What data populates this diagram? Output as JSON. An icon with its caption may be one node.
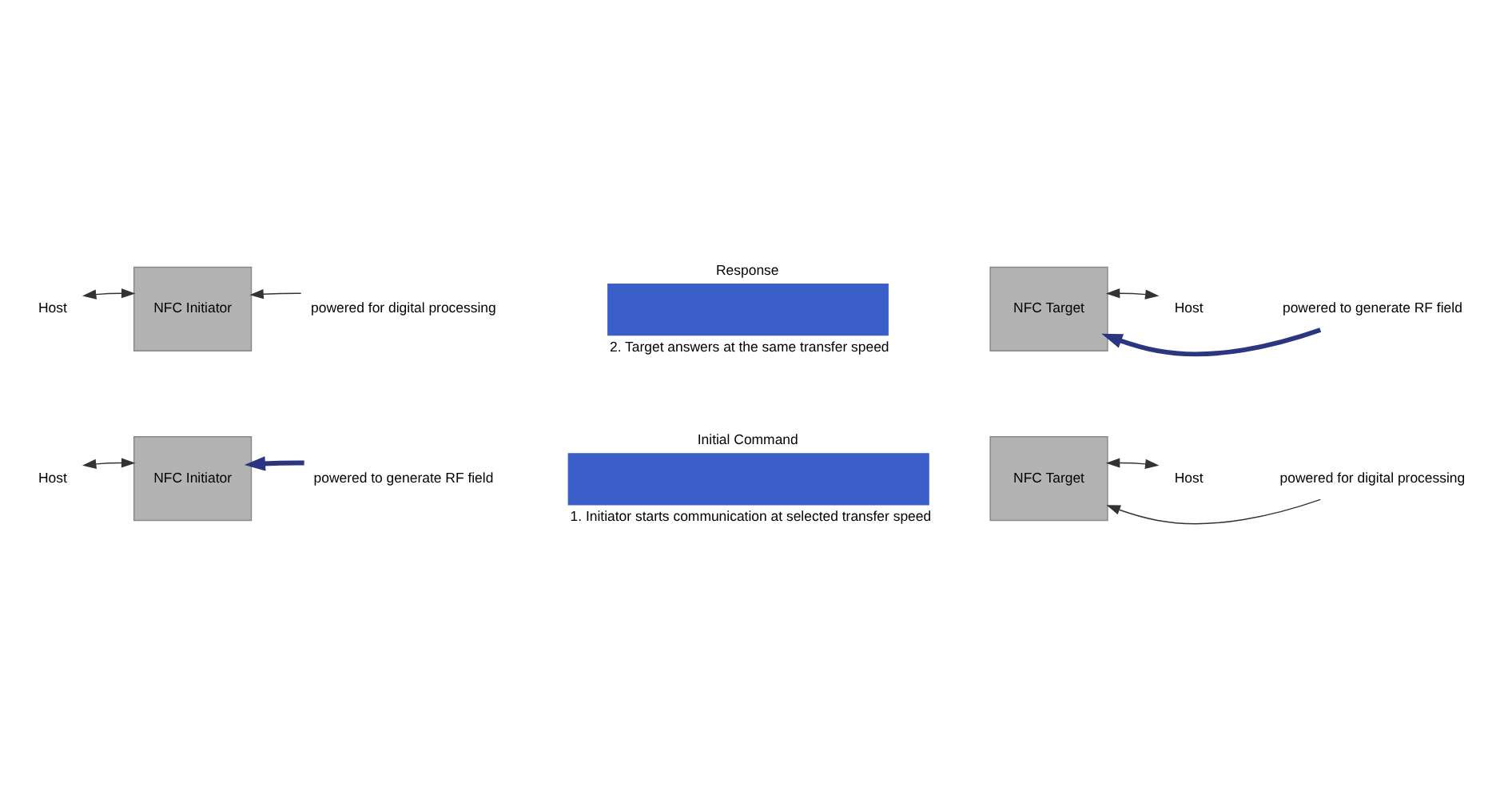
{
  "diagram": {
    "nodes": [
      {
        "text": [
          "Host"
        ]
      },
      {
        "text": [
          "NFC Initiator"
        ]
      },
      {
        "text": [
          "powered to generate RF field"
        ]
      },
      {
        "text": [
          "Initial Command"
        ],
        "beside": [
          "1. Initiator starts communication at selected transfer speed"
        ]
      },
      {
        "text": [
          "NFC Target"
        ]
      },
      {
        "text": [
          "Host"
        ]
      },
      {
        "text": [
          "powered for digital processing"
        ]
      },
      {
        "text": [
          "Response"
        ],
        "beside": [
          "2. Target answers at the same transfer speed"
        ]
      },
      {
        "text": [
          "Host"
        ]
      },
      {
        "text": [
          "NFC Initiator"
        ]
      },
      {
        "text": [
          "powered for digital processing"
        ]
      },
      {
        "text": [
          "NFC Target"
        ]
      },
      {
        "text": [
          "Host"
        ]
      },
      {
        "text": [
          "powered to generate RF field"
        ]
      }
    ],
    "edges": [
      {
        "from": 0,
        "to": 1,
        "arrow": "both"
      },
      {
        "from": 2,
        "to": 1,
        "arrow": "to",
        "style": "thick",
        "color": "#2b3580"
      },
      {
        "from": 4,
        "to": 5,
        "arrow": "both"
      },
      {
        "from": 6,
        "to": 4,
        "arrow": "to"
      },
      {
        "from": 8,
        "to": 9,
        "arrow": "both"
      },
      {
        "from": 10,
        "to": 9,
        "arrow": "to"
      },
      {
        "from": 11,
        "to": 12,
        "arrow": "both"
      },
      {
        "from": 13,
        "to": 11,
        "arrow": "to",
        "style": "thick",
        "color": "#2b3580"
      }
    ]
  }
}
